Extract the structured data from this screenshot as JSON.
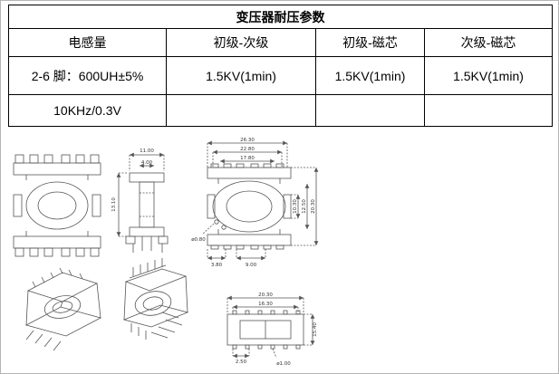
{
  "table": {
    "title": "变压器耐压参数",
    "headers": [
      "电感量",
      "初级-次级",
      "初级-磁芯",
      "次级-磁芯"
    ],
    "rows": [
      [
        "2-6 脚：600UH±5%",
        "1.5KV(1min)",
        "1.5KV(1min)",
        "1.5KV(1min)"
      ],
      [
        "10KHz/0.3V",
        "",
        "",
        ""
      ]
    ]
  },
  "drawings": {
    "side_view": {
      "dims": [
        "11.00",
        "4.00",
        "13.10"
      ]
    },
    "front_view_large": {
      "top_dims": [
        "26.30",
        "22.80",
        "17.80"
      ],
      "right_dims": [
        "10.30",
        "12.50",
        "20.30"
      ],
      "bottom_dims": [
        "3.80",
        "9.00"
      ],
      "note": "ø0.80"
    },
    "bottom_view": {
      "top_dims": [
        "20.30",
        "16.30"
      ],
      "right_dim": "15.40",
      "pitch_dim": "2.50",
      "note": "ø1.00"
    }
  }
}
